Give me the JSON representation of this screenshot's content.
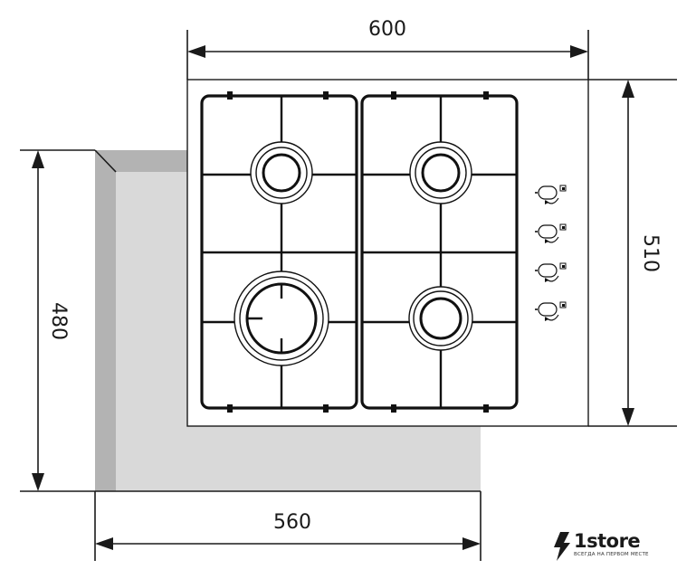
{
  "dimensions": {
    "top_width": "600",
    "right_depth": "510",
    "left_depth": "480",
    "bottom_width": "560"
  },
  "logo": {
    "name": "1store",
    "tagline": "ВСЕГДА НА ПЕРВОМ МЕСТЕ"
  },
  "colors": {
    "line": "#1a1a1a",
    "countertop_light": "#d9d9d9",
    "countertop_dark": "#b3b3b3",
    "panel": "#ffffff"
  }
}
